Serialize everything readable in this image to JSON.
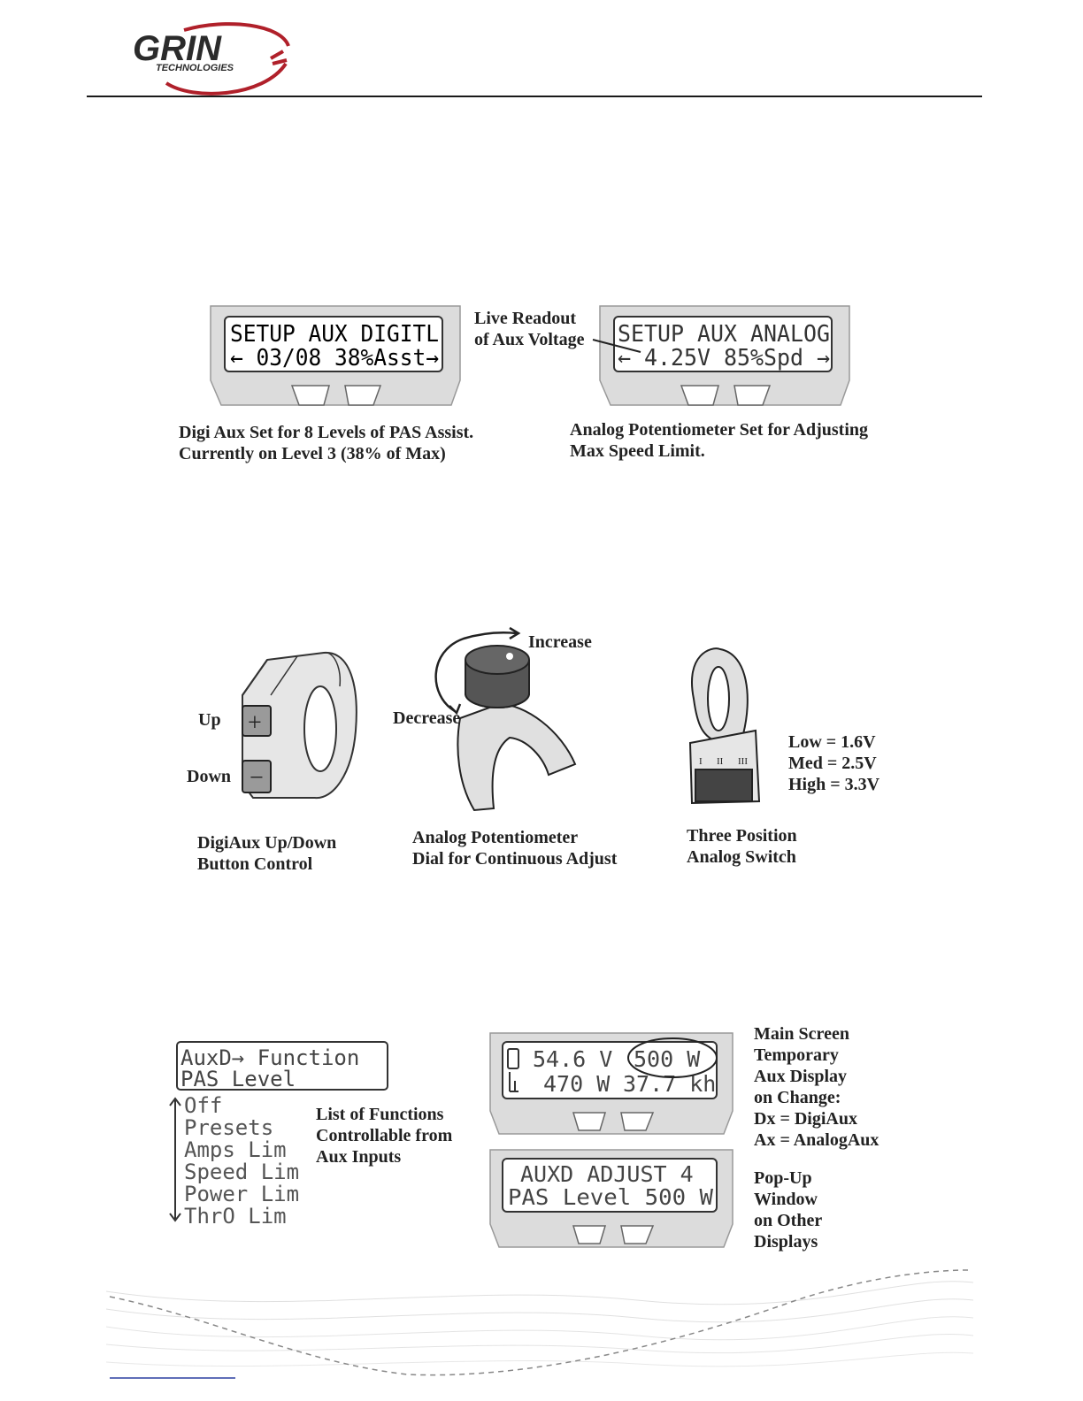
{
  "header": {
    "logo_text": "GRIN",
    "logo_sub": "TECHNOLOGIES"
  },
  "section1": {
    "lcd_digital": {
      "line1": "SETUP AUX DIGITL",
      "line2": "← 03/08 38%Asst→"
    },
    "lcd_analog": {
      "line1": "SETUP AUX ANALOG",
      "line2": "← 4.25V 85%Spd →"
    },
    "live_readout": [
      "Live Readout",
      "of Aux Voltage"
    ],
    "caption_left": [
      "Digi Aux Set for 8 Levels of PAS Assist.",
      "Currently on Level 3 (38% of Max)"
    ],
    "caption_right": [
      "Analog Potentiometer Set for Adjusting",
      "Max Speed Limit."
    ]
  },
  "section2": {
    "up_label": "Up",
    "down_label": "Down",
    "increase_label": "Increase",
    "decrease_label": "Decrease",
    "switch_levels": [
      "Low = 1.6V",
      "Med = 2.5V",
      "High = 3.3V"
    ],
    "switch_marks": [
      "I",
      "II",
      "III"
    ],
    "caption_buttons": [
      "DigiAux Up/Down",
      "Button Control"
    ],
    "caption_pot": [
      "Analog Potentiometer",
      "Dial for Continuous Adjust"
    ],
    "caption_switch": [
      "Three Position",
      "Analog Switch"
    ]
  },
  "section3": {
    "menu_box": {
      "line1": "AuxD→ Function",
      "line2": "PAS Level"
    },
    "menu_items": [
      "Off",
      "Presets",
      "Amps Lim",
      "Speed Lim",
      "Power Lim",
      "ThrO Lim"
    ],
    "list_caption": [
      "List of Functions",
      "Controllable from",
      "Aux Inputs"
    ],
    "lcd_main": {
      "line1_left": "54.6 V",
      "line1_right": "500 W",
      "line2_left": "470 W",
      "line2_right": "37.7 kh"
    },
    "lcd_popup": {
      "line1": "AUXD ADJUST  4",
      "line2": "PAS Level  500 W"
    },
    "main_caption": [
      "Main Screen",
      "Temporary",
      "Aux Display",
      "on Change:",
      "Dx = DigiAux",
      "Ax = AnalogAux"
    ],
    "popup_caption": [
      "Pop-Up",
      "Window",
      "on Other",
      "Displays"
    ]
  }
}
